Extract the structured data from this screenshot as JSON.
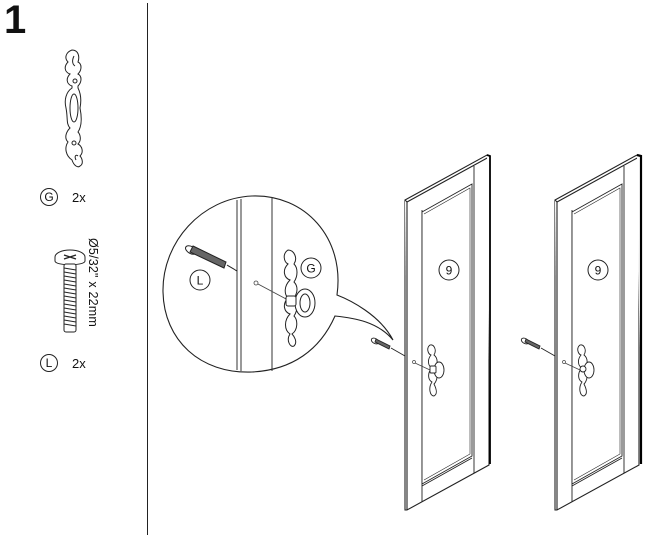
{
  "step": {
    "number": "1"
  },
  "parts": [
    {
      "id": "G",
      "name": "decorative-handle",
      "quantity": "2x"
    },
    {
      "id": "L",
      "name": "screw",
      "quantity": "2x",
      "dimension": "Ø5/32\" x 22mm"
    }
  ],
  "detail_callout": {
    "labels": {
      "screw": "L",
      "handle": "G"
    }
  },
  "doors": [
    {
      "part_number": "9",
      "position": "left"
    },
    {
      "part_number": "9",
      "position": "right"
    }
  ],
  "colors": {
    "ink": "#111111",
    "background": "#ffffff"
  }
}
